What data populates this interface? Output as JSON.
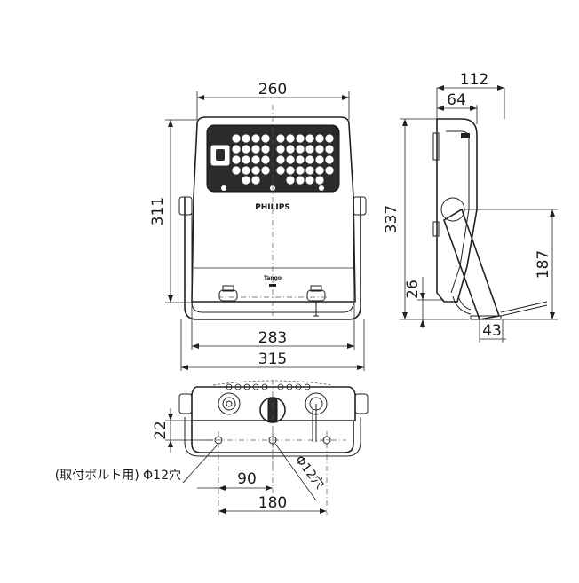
{
  "dimensions": {
    "front_top_width": "260",
    "front_height": "311",
    "bracket_inner_width": "283",
    "overall_width": "315",
    "side_depth": "112",
    "side_depth_partial": "64",
    "side_height": "337",
    "pivot_height": "187",
    "base_offset": "26",
    "base_depth": "43",
    "bottom_offset": "22",
    "hole_pitch_half": "90",
    "hole_pitch": "180"
  },
  "labels": {
    "mount_bolt_note": "(取付ボルト用) Φ12穴",
    "hole_diameter": "Φ12穴",
    "brand": "PHILIPS",
    "product": "Tango"
  },
  "colors": {
    "line": "#222222",
    "fill_dark": "#2b2b2b",
    "background": "#ffffff"
  }
}
